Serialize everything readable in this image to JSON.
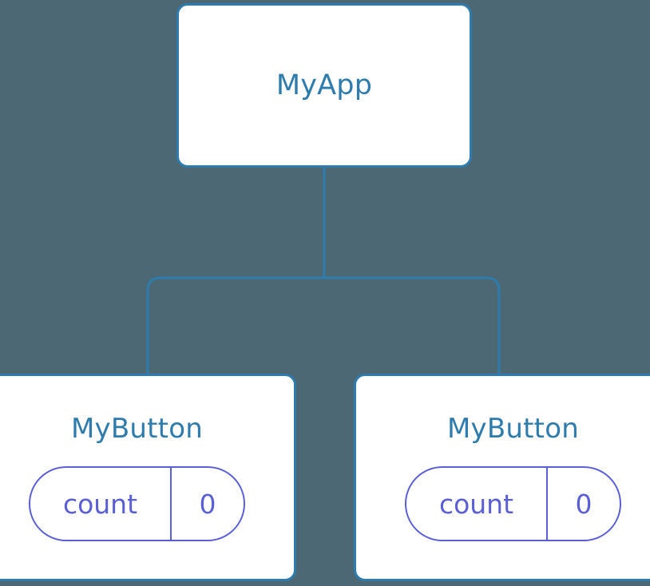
{
  "diagram": {
    "type": "component-tree",
    "background_color": "#4c6874",
    "node_border_color": "#2e7bad",
    "node_text_color": "#2e7bad",
    "node_fill_color": "#ffffff",
    "pill_color": "#5b5fd6",
    "connector_color": "#2e7bad",
    "root": {
      "title": "MyApp"
    },
    "children": [
      {
        "title": "MyButton",
        "state": {
          "key": "count",
          "value": "0"
        }
      },
      {
        "title": "MyButton",
        "state": {
          "key": "count",
          "value": "0"
        }
      }
    ]
  }
}
